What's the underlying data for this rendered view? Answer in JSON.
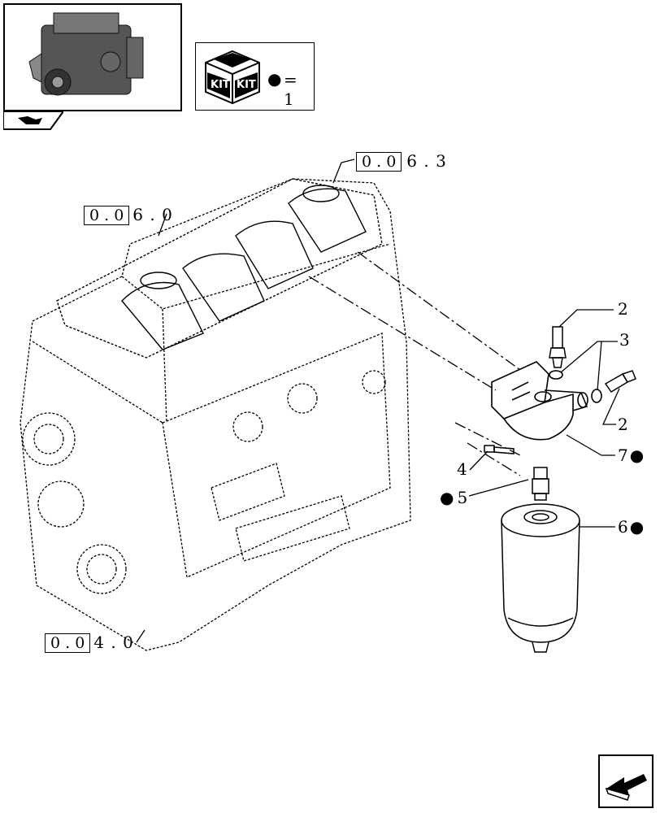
{
  "thumbnail": {
    "icon": "engine-thumbnail-icon",
    "nav_icon": "book-flag-icon"
  },
  "kit_legend": {
    "kit_word_1": "KIT",
    "kit_word_2": "KIT",
    "bullet": "●",
    "equals_text": "= 1"
  },
  "references": [
    {
      "boxed": "0 . 0",
      "suffix": "6 . 3"
    },
    {
      "boxed": "0 . 0",
      "suffix": "6 . 0"
    },
    {
      "boxed": "0 . 0",
      "suffix": "4 . 0"
    }
  ],
  "callouts": [
    {
      "number": "2",
      "kit": ""
    },
    {
      "number": "3",
      "kit": ""
    },
    {
      "number": "2",
      "kit": ""
    },
    {
      "number": "7",
      "kit": "●"
    },
    {
      "number": "4",
      "kit": ""
    },
    {
      "number": "5",
      "kit": "●"
    },
    {
      "number": "6",
      "kit": "●"
    }
  ],
  "nav_arrow": {
    "icon": "next-page-arrow-icon"
  }
}
